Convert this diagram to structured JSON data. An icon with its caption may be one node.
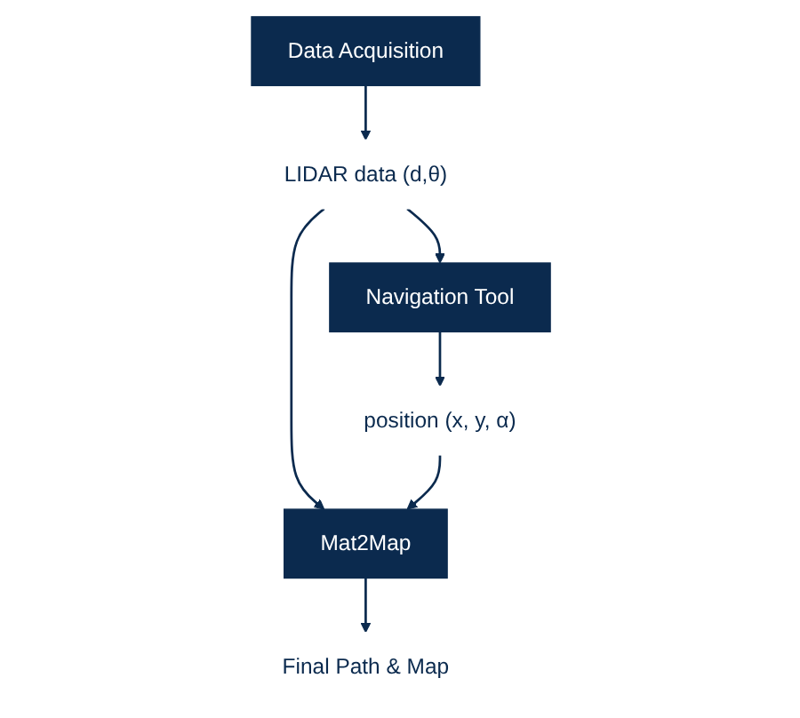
{
  "diagram": {
    "nodes": [
      {
        "text": [
          "Data Acquisition"
        ]
      },
      {
        "text": [
          "LIDAR data (d,θ)"
        ]
      },
      {
        "text": [
          "Navigation Tool"
        ]
      },
      {
        "text": [
          "position (x, y, α)"
        ]
      },
      {
        "text": [
          "Mat2Map"
        ]
      },
      {
        "text": [
          "Final Path & Map"
        ]
      }
    ],
    "edges": [
      {
        "from": 0,
        "to": 1,
        "arrow": "to"
      },
      {
        "from": 1,
        "to": 2,
        "arrow": "to"
      },
      {
        "from": 1,
        "to": 4,
        "arrow": "to"
      },
      {
        "from": 2,
        "to": 3,
        "arrow": "to"
      },
      {
        "from": 3,
        "to": 4,
        "arrow": "to"
      },
      {
        "from": 4,
        "to": 5,
        "arrow": "to"
      }
    ]
  }
}
